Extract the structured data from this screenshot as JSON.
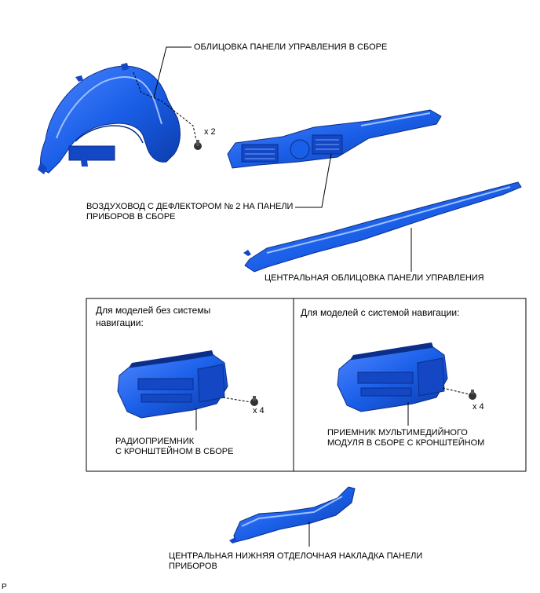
{
  "labels": {
    "instrument_cluster_finish_panel": "ОБЛИЦОВКА ПАНЕЛИ УПРАВЛЕНИЯ В СБОРЕ",
    "screw_count_top": "x 2",
    "air_duct_line1": "ВОЗДУХОВОД С ДЕФЛЕКТОРОМ № 2 НА ПАНЕЛИ",
    "air_duct_line2": "ПРИБОРОВ В СБОРЕ",
    "center_cluster_finish_panel": "ЦЕНТРАЛЬНАЯ ОБЛИЦОВКА ПАНЕЛИ УПРАВЛЕНИЯ",
    "lower_garnish_line1": "ЦЕНТРАЛЬНАЯ НИЖНЯЯ ОТДЕЛОЧНАЯ НАКЛАДКА ПАНЕЛИ",
    "lower_garnish_line2": "ПРИБОРОВ",
    "corner_code": "P"
  },
  "boxes": {
    "left": {
      "title_line1": "Для моделей без системы",
      "title_line2": "навигации:",
      "part_line1": "РАДИОПРИЕМНИК",
      "part_line2": "С КРОНШТЕЙНОМ В СБОРЕ",
      "bolt_count": "x 4"
    },
    "right": {
      "title_line1": "Для моделей с системой навигации:",
      "part_line1": "ПРИЕМНИК МУЛЬТИМЕДИЙНОГО",
      "part_line2": "МОДУЛЯ В СБОРЕ С КРОНШТЕЙНОМ",
      "bolt_count": "x 4"
    }
  },
  "colors": {
    "part_fill": "#1a5fe8",
    "part_dark": "#0b2e8a",
    "part_light": "#6fa0ff",
    "line": "#000000"
  }
}
